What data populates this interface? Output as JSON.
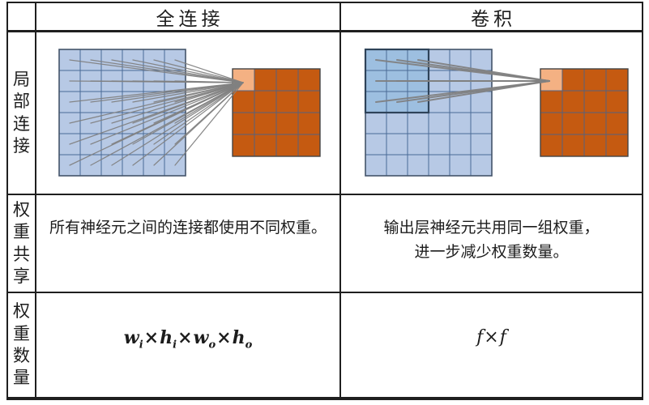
{
  "header": {
    "fully_connected": "全连接",
    "convolution": "卷积"
  },
  "row_labels": {
    "local_connection": "局部连接",
    "weight_sharing": "权重共享",
    "weight_count": "权重数量"
  },
  "weight_sharing": {
    "fully_connected": "所有神经元之间的连接都使用不同权重。",
    "convolution_lines": [
      "输出层神经元共用同一组权重，",
      "进一步减少权重数量。"
    ]
  },
  "weight_count": {
    "fully_connected_formula": {
      "bold": true,
      "tokens": [
        {
          "v": "w",
          "s": "i"
        },
        {
          "v": "×",
          "op": true
        },
        {
          "v": "h",
          "s": "i"
        },
        {
          "v": "×",
          "op": true
        },
        {
          "v": "w",
          "s": "o"
        },
        {
          "v": "×",
          "op": true
        },
        {
          "v": "h",
          "s": "o"
        }
      ]
    },
    "convolution_formula": {
      "bold": false,
      "tokens": [
        {
          "v": "f"
        },
        {
          "v": "×",
          "op": true
        },
        {
          "v": "f"
        }
      ]
    }
  },
  "diagrams": {
    "fully_connected": {
      "input_grid": {
        "rows": 6,
        "cols": 6
      },
      "output_grid": {
        "rows": 4,
        "cols": 4
      },
      "highlighted_output_cell": {
        "row": 0,
        "col": 0
      },
      "connections": "all-input-cells-to-highlighted-output-cell",
      "connection_count": 36
    },
    "convolution": {
      "input_grid": {
        "rows": 6,
        "cols": 6
      },
      "receptive_field": {
        "rows": 3,
        "cols": 3,
        "row": 0,
        "col": 0
      },
      "output_grid": {
        "rows": 4,
        "cols": 4
      },
      "highlighted_output_cell": {
        "row": 0,
        "col": 0
      },
      "connections": "receptive-field-cells-to-highlighted-output-cell",
      "connection_count": 9
    }
  },
  "colors": {
    "input_cell": "#b7c9e5",
    "input_cell_highlight": "#9dbfe0",
    "input_grid_line": "#4a6b96",
    "input_grid_border": "#44546a",
    "receptive_field_border": "#2e4359",
    "output_cell": "#c55a11",
    "output_cell_highlight": "#f4b183",
    "output_grid_line": "#55627e",
    "output_grid_border": "#454545",
    "connection_line": "#808080",
    "table_border": "#1f1f1f",
    "text": "#1c1c1c"
  }
}
